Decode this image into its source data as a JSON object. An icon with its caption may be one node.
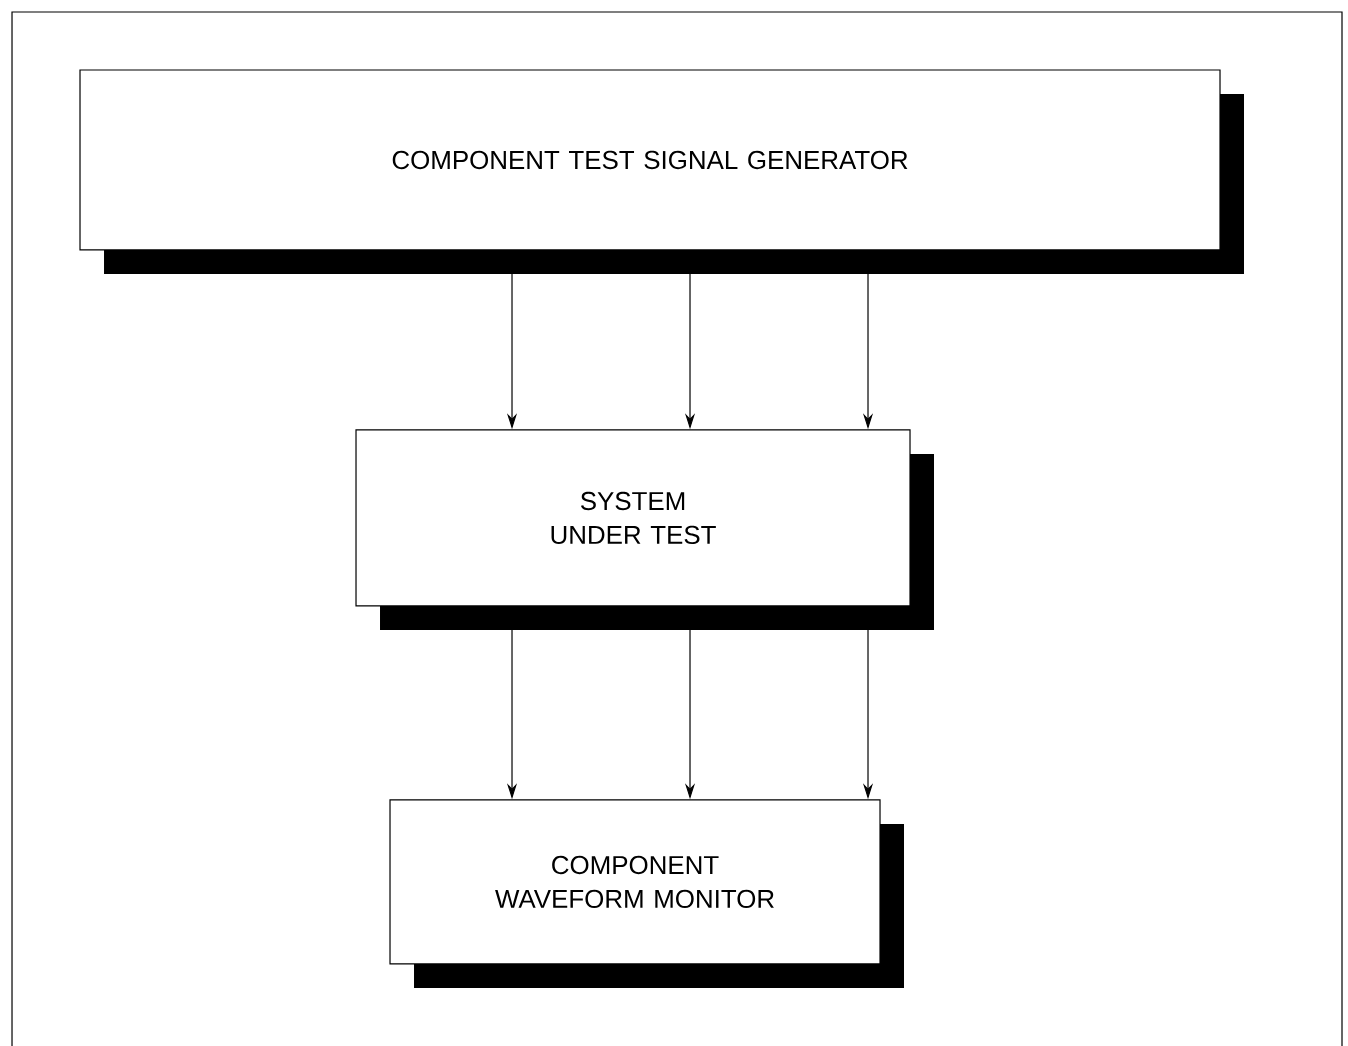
{
  "diagram": {
    "nodes": [
      {
        "text": [
          "COMPONENT TEST SIGNAL GENERATOR"
        ]
      },
      {
        "text": [
          "SYSTEM UNDER TEST"
        ]
      },
      {
        "text": [
          "COMPONENT WAVEFORM MONITOR"
        ]
      }
    ],
    "edges": [
      {
        "from": 0,
        "to": 1,
        "arrow": "to"
      },
      {
        "from": 0,
        "to": 1,
        "arrow": "to"
      },
      {
        "from": 0,
        "to": 1,
        "arrow": "to"
      },
      {
        "from": 1,
        "to": 2,
        "arrow": "to"
      },
      {
        "from": 1,
        "to": 2,
        "arrow": "to"
      },
      {
        "from": 1,
        "to": 2,
        "arrow": "to"
      }
    ]
  }
}
